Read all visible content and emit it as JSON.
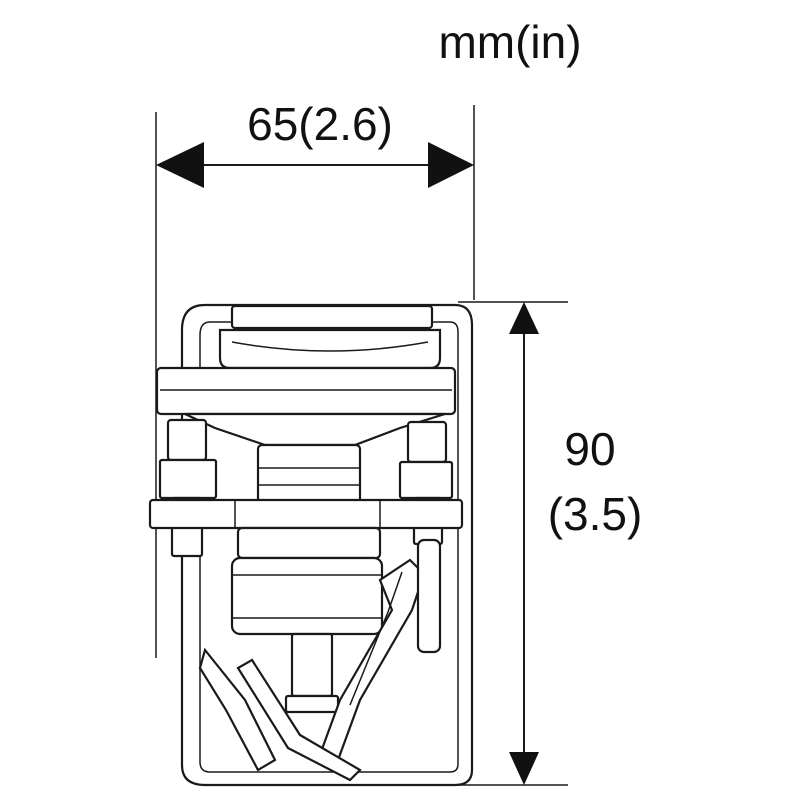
{
  "units_label": "mm(in)",
  "width_dimension": {
    "label": "65(2.6)",
    "mm": 65,
    "in": 2.6
  },
  "height_dimension": {
    "label_mm": "90",
    "label_in": "(3.5)",
    "mm": 90,
    "in": 3.5
  },
  "colors": {
    "ink": "#1a1a1a",
    "background": "#ffffff"
  }
}
